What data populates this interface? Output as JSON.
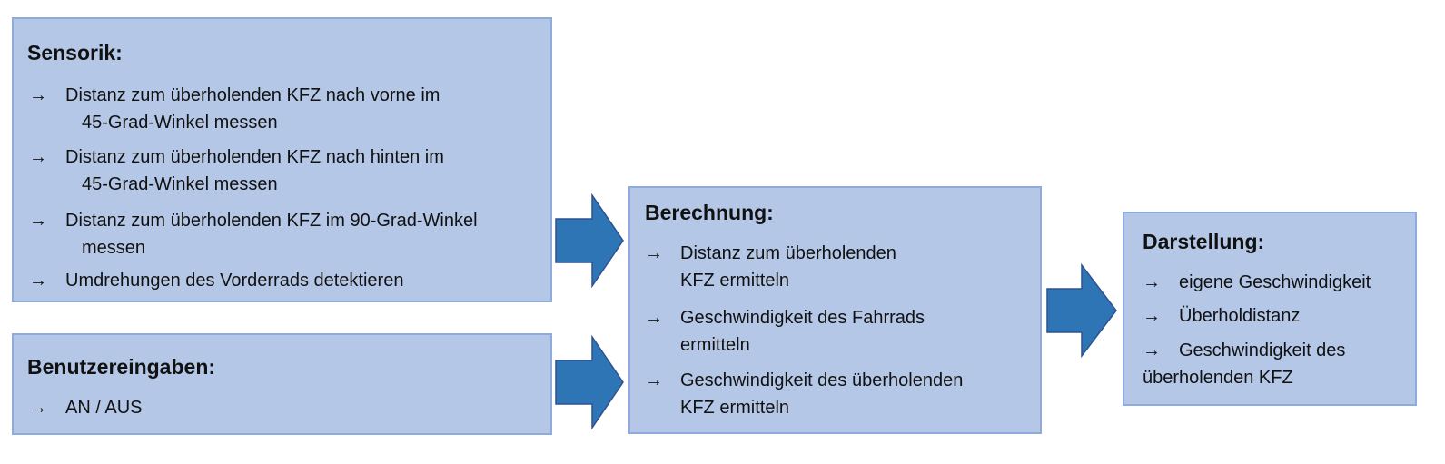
{
  "diagram": {
    "sensorik": {
      "title": "Sensorik:",
      "items": [
        {
          "lines": [
            "Distanz zum überholenden KFZ nach vorne im",
            "45-Grad-Winkel messen"
          ]
        },
        {
          "lines": [
            "Distanz zum überholenden KFZ nach hinten im",
            "45-Grad-Winkel messen"
          ]
        },
        {
          "lines": [
            "Distanz zum überholenden KFZ im 90-Grad-Winkel",
            "messen"
          ]
        },
        {
          "lines": [
            "Umdrehungen des Vorderrads detektieren"
          ]
        }
      ]
    },
    "benutzereingaben": {
      "title": "Benutzereingaben:",
      "items": [
        {
          "lines": [
            "AN / AUS"
          ]
        }
      ]
    },
    "berechnung": {
      "title": "Berechnung:",
      "items": [
        {
          "lines": [
            "Distanz zum überholenden",
            "KFZ ermitteln"
          ]
        },
        {
          "lines": [
            "Geschwindigkeit des Fahrrads",
            "ermitteln"
          ]
        },
        {
          "lines": [
            "Geschwindigkeit des überholenden",
            "KFZ ermitteln"
          ]
        }
      ]
    },
    "darstellung": {
      "title": "Darstellung:",
      "items": [
        {
          "lines": [
            "eigene Geschwindigkeit"
          ]
        },
        {
          "lines": [
            "Überholdistanz"
          ]
        },
        {
          "lines": [
            "Geschwindigkeit des",
            "überholenden KFZ"
          ]
        }
      ]
    },
    "bullet_symbol": "→",
    "colors": {
      "box_fill": "#b4c7e7",
      "box_border": "#8faadc",
      "arrow_fill": "#2e75b6",
      "arrow_stroke": "#2f528f",
      "text": "#111111"
    },
    "connector_icon": "block-arrow-right-icon"
  }
}
